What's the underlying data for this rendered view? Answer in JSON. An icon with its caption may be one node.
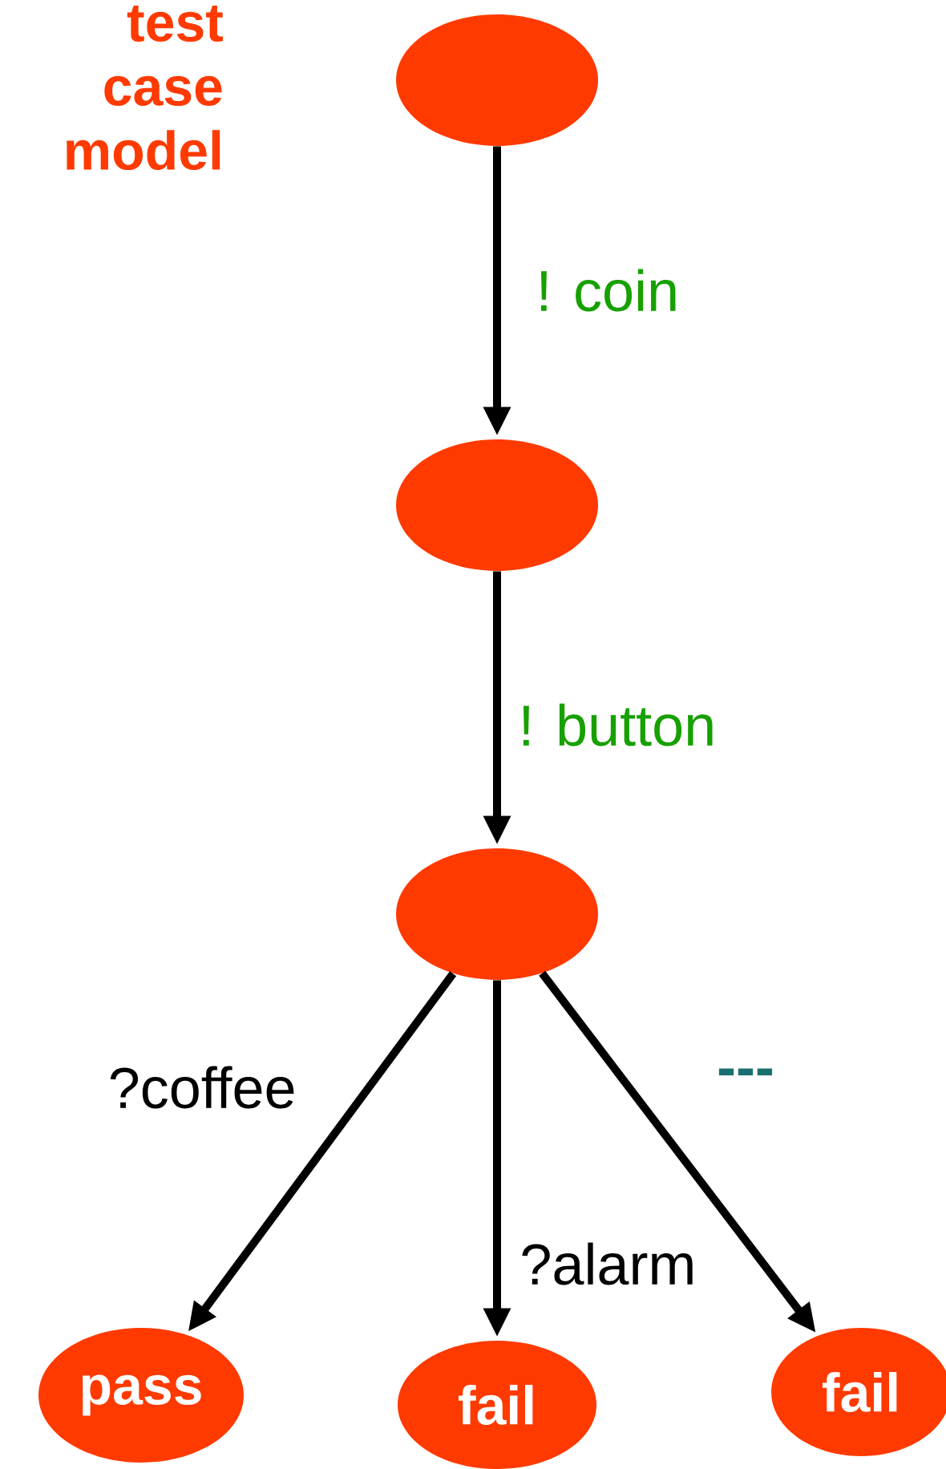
{
  "diagram": {
    "title": "test case model",
    "nodes": [
      {
        "text": [],
        "shape": "circle"
      },
      {
        "text": [],
        "shape": "circle"
      },
      {
        "text": [],
        "shape": "circle"
      },
      {
        "text": [
          "pass"
        ]
      },
      {
        "text": [
          "fail"
        ]
      },
      {
        "text": [
          "fail"
        ]
      }
    ],
    "edges": [
      {
        "from": 0,
        "to": 1,
        "arrow": "to",
        "label": "! coin"
      },
      {
        "from": 1,
        "to": 2,
        "arrow": "to",
        "label": "! button"
      },
      {
        "from": 2,
        "to": 3,
        "arrow": "to",
        "label": "?coffee"
      },
      {
        "from": 2,
        "to": 4,
        "arrow": "to",
        "label": "?alarm"
      },
      {
        "from": 2,
        "to": 5,
        "arrow": "to",
        "label": "---"
      }
    ]
  }
}
